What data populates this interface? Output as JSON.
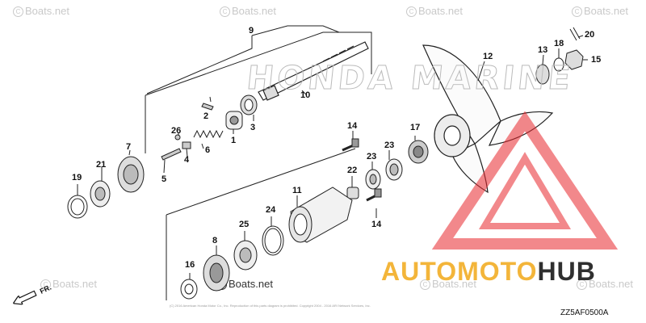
{
  "watermark": {
    "text": "Boats.net",
    "symbol": "C"
  },
  "callouts": [
    "9",
    "10",
    "2",
    "1",
    "3",
    "26",
    "6",
    "4",
    "5",
    "7",
    "21",
    "19",
    "14",
    "17",
    "23",
    "23",
    "22",
    "11",
    "24",
    "25",
    "8",
    "16",
    "14",
    "12",
    "13",
    "18",
    "20",
    "15"
  ],
  "diagram_code": "ZZ5AF0500A",
  "copyright": "(C) 2016 American Honda Motor Co., Inc. Reproduction of this parts diagram is prohibited. Copyright 2004 - 2016 ARI Network Services, Inc.",
  "front_label": "FR.",
  "brand": {
    "part1": "AUTO",
    "part2": "MOTO",
    "part3": "HUB",
    "accent": "#f3b53a",
    "dark": "#2f2f2f",
    "triangle": "#e8272d"
  },
  "marine_watermark": "HONDA MARINE"
}
